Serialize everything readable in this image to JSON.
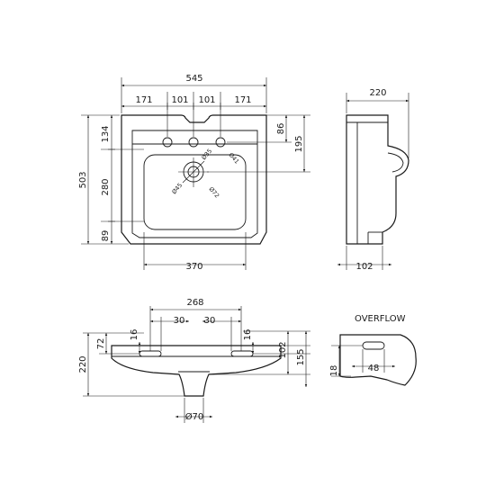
{
  "front_view": {
    "overall_width": "545",
    "tap_spacing": [
      "171",
      "101",
      "101",
      "171"
    ],
    "overall_height": "503",
    "vertical_segments": [
      "134",
      "280",
      "89"
    ],
    "bowl_width": "370",
    "right_dims": [
      "86",
      "195"
    ],
    "small_dims": [
      "Ø35",
      "Ø41",
      "Ø45",
      "Ø72"
    ]
  },
  "side_view": {
    "depth": "220",
    "base_width": "102"
  },
  "bottom_view": {
    "tap_centres": "268",
    "offsets": [
      "30",
      "30"
    ],
    "left_dims": [
      "16",
      "72",
      "220"
    ],
    "right_dims": [
      "16",
      "102",
      "155"
    ],
    "waste_dia": "Ø70"
  },
  "overflow_detail": {
    "title": "OVERFLOW",
    "width": "48",
    "height": "18"
  },
  "colors": {
    "line": "#1a1a1a",
    "background": "#ffffff"
  }
}
